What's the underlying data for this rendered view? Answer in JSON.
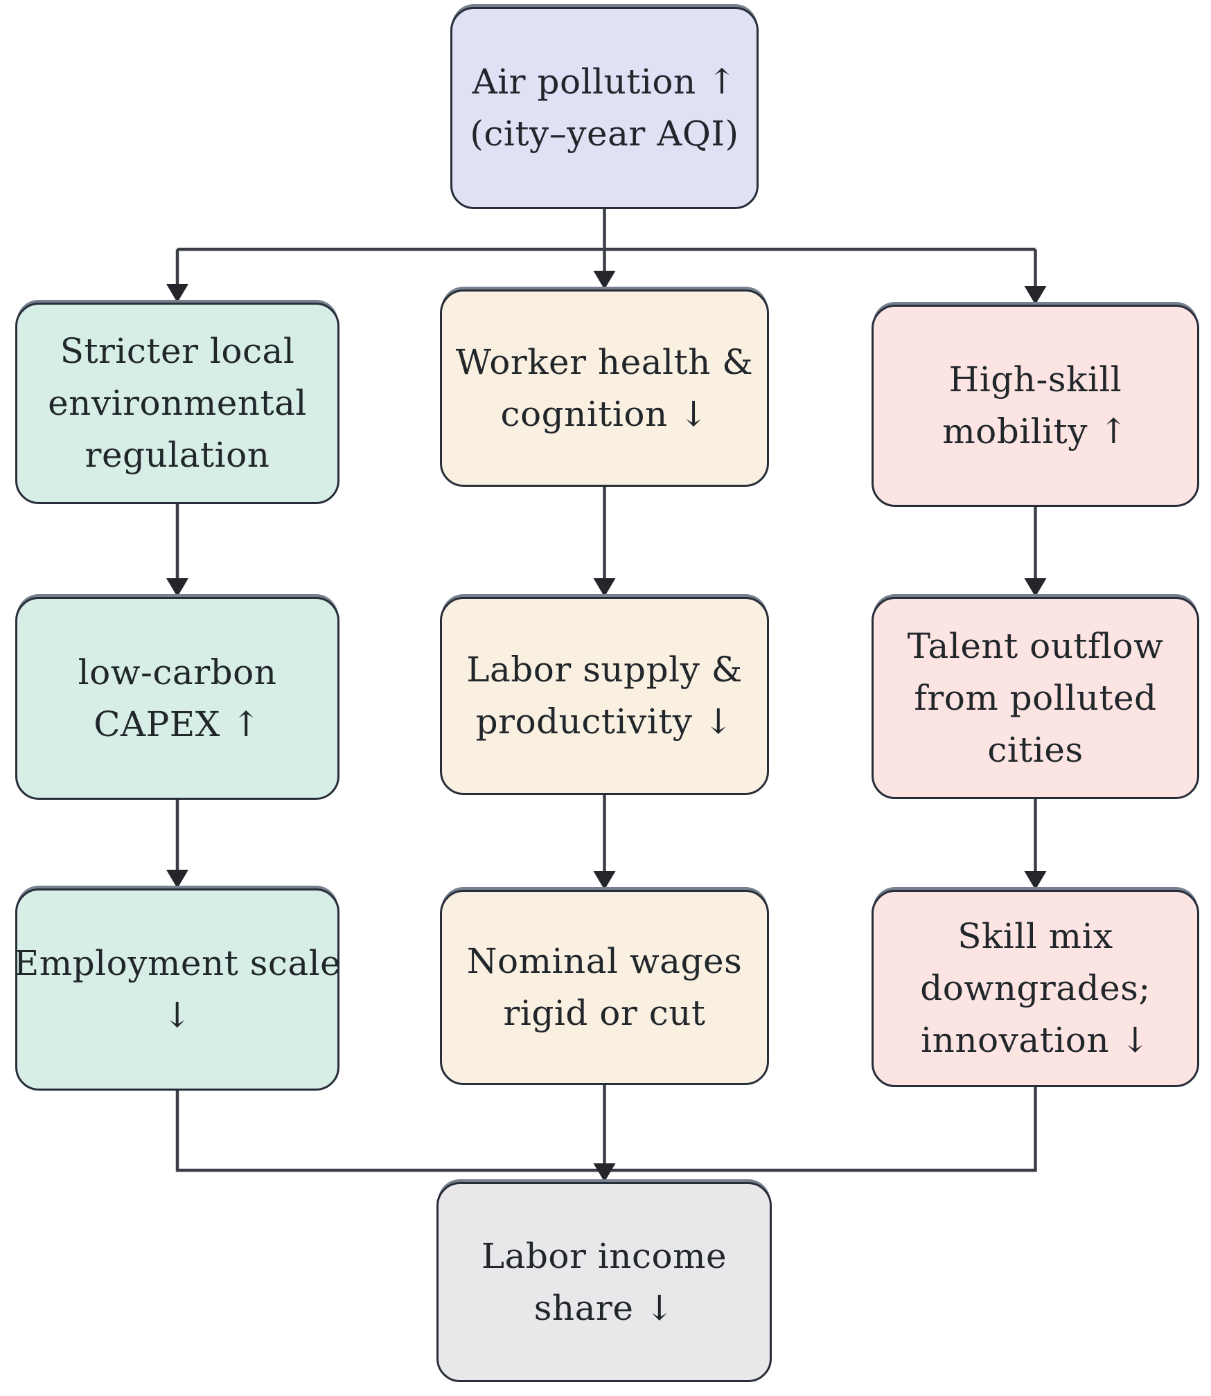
{
  "figure": {
    "background": "#ffffff",
    "border_color": "#272d39",
    "line_color": "#3b3e46",
    "arrow_color": "#24262b",
    "text_color": "#20262a",
    "column_colors": {
      "regulation_path": "#d7eee6",
      "health_path": "#faf0e1",
      "mobility_path": "#fce4e3",
      "source": "#dee2f4",
      "outcome": "#e8e8ea"
    }
  },
  "nodes": {
    "air_pollution": {
      "fill": "#dee2f4",
      "lines": [
        "Air pollution ↑",
        "(city–year AQI)"
      ]
    },
    "regulation": {
      "fill": "#d7eee6",
      "lines": [
        "Stricter local",
        "environmental",
        "regulation"
      ]
    },
    "worker_health": {
      "fill": "#faf0e1",
      "lines": [
        "Worker health &",
        "cognition ↓"
      ]
    },
    "high_skill_mobility": {
      "fill": "#fce4e3",
      "lines": [
        "High-skill",
        "mobility ↑"
      ]
    },
    "low_carbon_capex": {
      "fill": "#d7eee6",
      "lines": [
        "low-carbon",
        "CAPEX ↑"
      ]
    },
    "labor_supply": {
      "fill": "#faf0e1",
      "lines": [
        "Labor supply &",
        "productivity ↓"
      ]
    },
    "talent_outflow": {
      "fill": "#fce4e3",
      "lines": [
        "Talent outflow",
        "from polluted",
        "cities"
      ]
    },
    "employment_scale": {
      "fill": "#d7eee6",
      "lines": [
        "Employment scale",
        "↓"
      ]
    },
    "nominal_wages": {
      "fill": "#faf0e1",
      "lines": [
        "Nominal wages",
        "rigid or cut"
      ]
    },
    "skill_mix": {
      "fill": "#fce4e3",
      "lines": [
        "Skill mix",
        "downgrades;",
        "innovation ↓"
      ]
    },
    "labor_income_share": {
      "fill": "#e8e8ea",
      "lines": [
        "Labor income",
        "share ↓"
      ]
    }
  }
}
